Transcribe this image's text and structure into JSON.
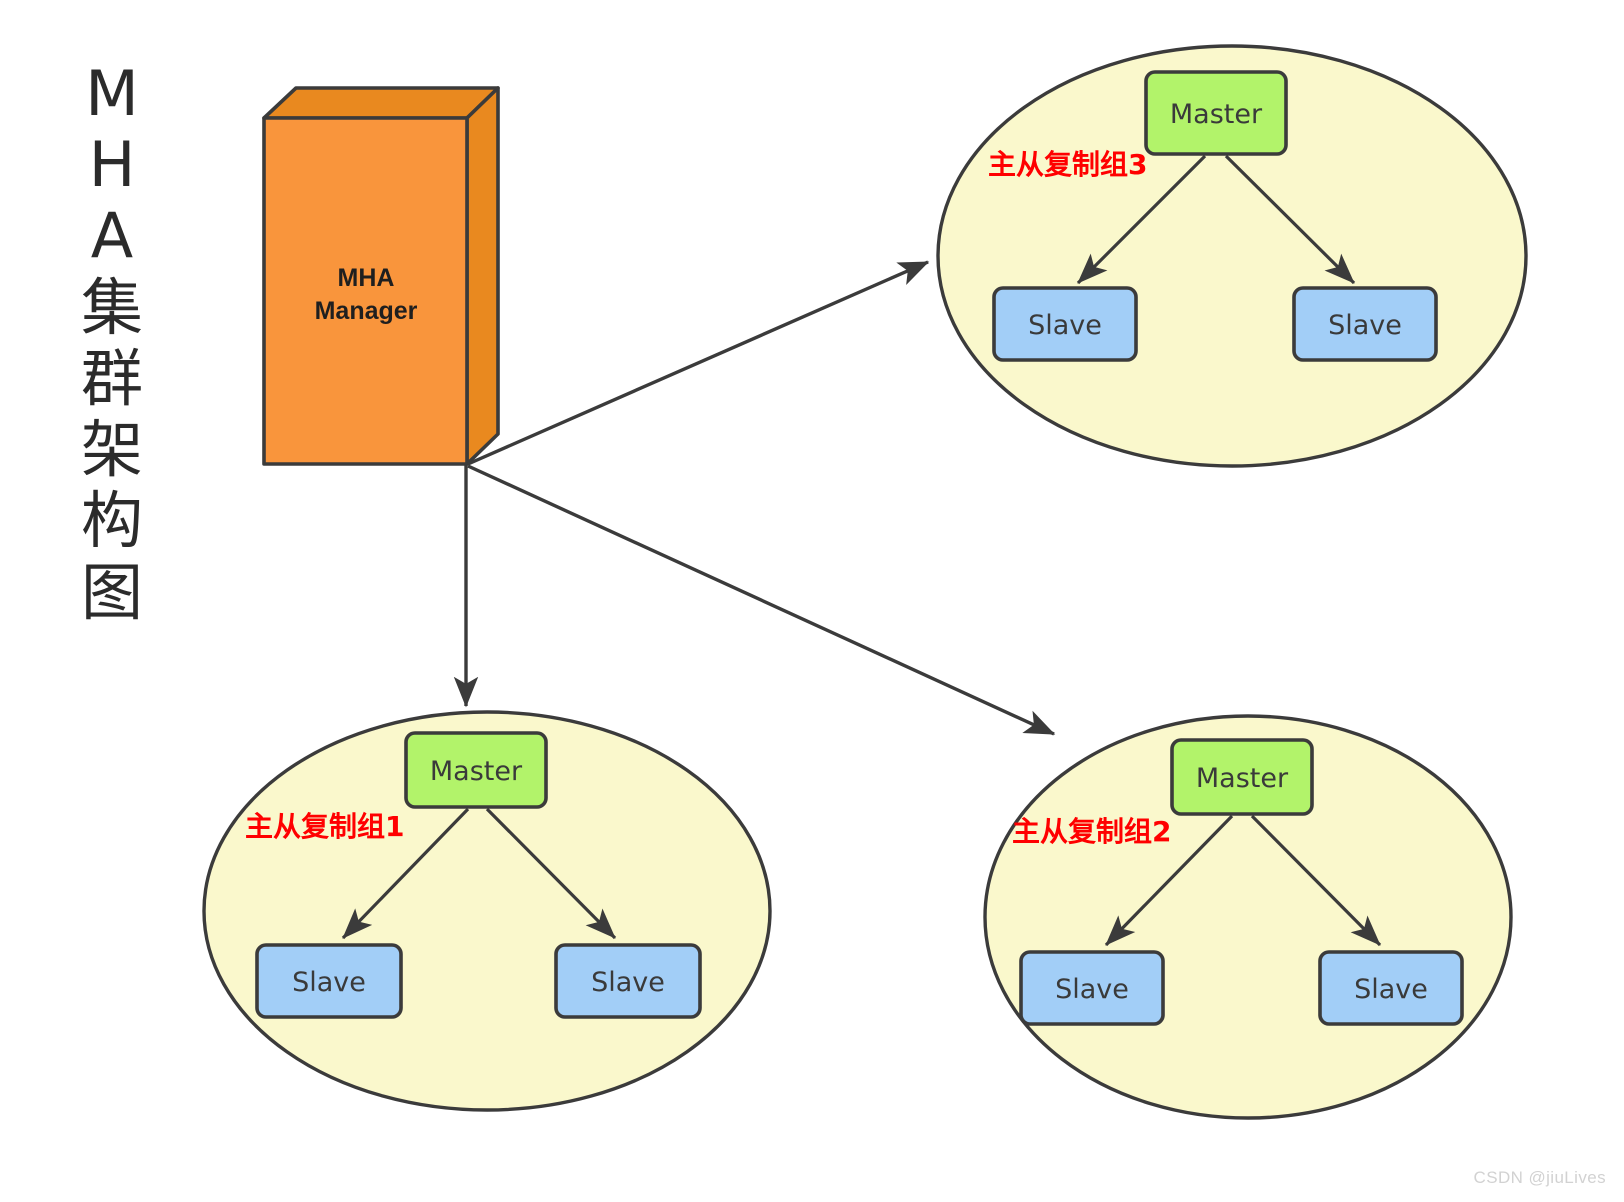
{
  "diagram": {
    "title_chars": [
      "M",
      "H",
      "A",
      "集",
      "群",
      "架",
      "构",
      "图"
    ],
    "title_text": "MHA集群架构图",
    "watermark": "CSDN @jiuLives",
    "manager": {
      "name": "mha-manager",
      "label_line1": "MHA",
      "label_line2": "Manager",
      "fill_front": "#F9953C",
      "fill_top": "#E9891F",
      "fill_side": "#E9891F",
      "stroke": "#3b3b3b"
    },
    "colors": {
      "ellipse_fill": "#FAF8CC",
      "ellipse_stroke": "#3b3b3b",
      "master_fill": "#B2F36A",
      "master_stroke": "#3b3b3b",
      "slave_fill": "#A2CEF7",
      "slave_stroke": "#3b3b3b",
      "arrow": "#3b3b3b",
      "group_label": "#ff0000",
      "title": "#2b2b2b",
      "watermark": "#d2d2d2"
    },
    "groups": [
      {
        "id": "group3",
        "label": "主从复制组3",
        "master": "Master",
        "slave_left": "Slave",
        "slave_right": "Slave"
      },
      {
        "id": "group1",
        "label": "主从复制组1",
        "master": "Master",
        "slave_left": "Slave",
        "slave_right": "Slave"
      },
      {
        "id": "group2",
        "label": "主从复制组2",
        "master": "Master",
        "slave_left": "Slave",
        "slave_right": "Slave"
      }
    ],
    "connections": [
      {
        "from": "mha-manager",
        "to": "group3"
      },
      {
        "from": "mha-manager",
        "to": "group1"
      },
      {
        "from": "mha-manager",
        "to": "group2"
      }
    ]
  }
}
